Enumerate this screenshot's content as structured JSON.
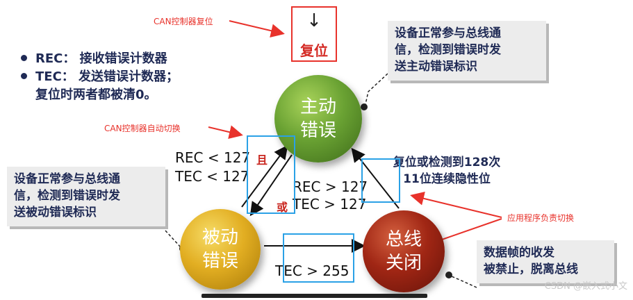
{
  "annotations": {
    "can_reset": "CAN控制器复位",
    "can_auto_switch": "CAN控制器自动切换",
    "app_switch": "应用程序负责切换"
  },
  "reset": {
    "arrow": "↓",
    "label": "复位"
  },
  "bullets": {
    "rec": "REC： 接收错误计数器",
    "tec": "TEC： 发送错误计数器；",
    "tec_cont": "复位时两者都被清0。"
  },
  "states": {
    "active": {
      "line1": "主动",
      "line2": "错误"
    },
    "passive": {
      "line1": "被动",
      "line2": "错误"
    },
    "bus_off": {
      "line1": "总线",
      "line2": "关闭"
    }
  },
  "notes": {
    "active": [
      "设备正常参与总线通",
      "信，检测到错误时发",
      "送主动错误标识"
    ],
    "passive": [
      "设备正常参与总线通",
      "信，检测到错误时发",
      "送被动错误标识"
    ],
    "bus_off": [
      "数据帧的收发",
      "被禁止，脱离总线"
    ]
  },
  "conditions": {
    "to_passive_rec": "REC < 127",
    "to_passive_tec": "TEC < 127",
    "and": "且",
    "or": "或",
    "to_active_rec": "REC > 127",
    "to_active_tec": "TEC > 127",
    "to_busoff": "TEC > 255",
    "reset_detect_1": "复位或检测到128次",
    "reset_detect_2": "11位连续隐性位"
  },
  "watermark": "CSDN @嵌入式小文"
}
